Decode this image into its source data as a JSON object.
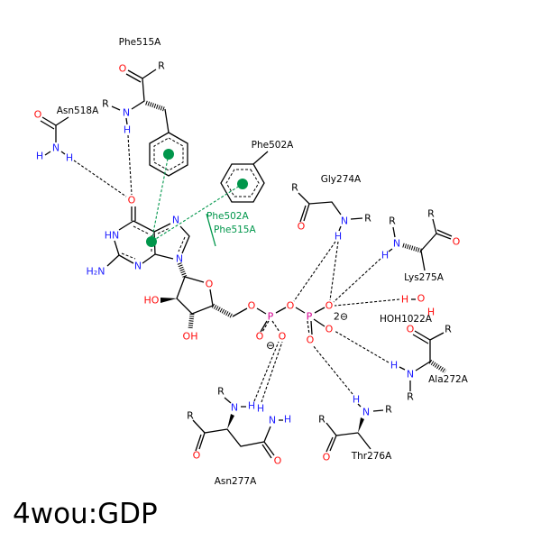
{
  "title": "4wou:GDP",
  "residues": {
    "phe515": "Phe515A",
    "asn518": "Asn518A",
    "phe502": "Phe502A",
    "gly274": "Gly274A",
    "lys275": "Lys275A",
    "hoh1022": "HOH1022A",
    "ala272": "Ala272A",
    "thr276": "Thr276A",
    "asn277": "Asn277A"
  },
  "pi_stacking_labels": [
    "Phe502A",
    "Phe515A"
  ],
  "atoms": {
    "O": "O",
    "N": "N",
    "H": "H",
    "R": "R",
    "P": "P",
    "HN": "HN",
    "H2N": "H₂N",
    "HO": "HO",
    "OH": "OH"
  },
  "charges": {
    "minus": "⊖",
    "two_minus": "2⊖"
  },
  "colors": {
    "oxygen": "#ff0d0d",
    "nitrogen": "#1f1fff",
    "phosphorus": "#d3008f",
    "pi_interaction": "#00964b"
  }
}
